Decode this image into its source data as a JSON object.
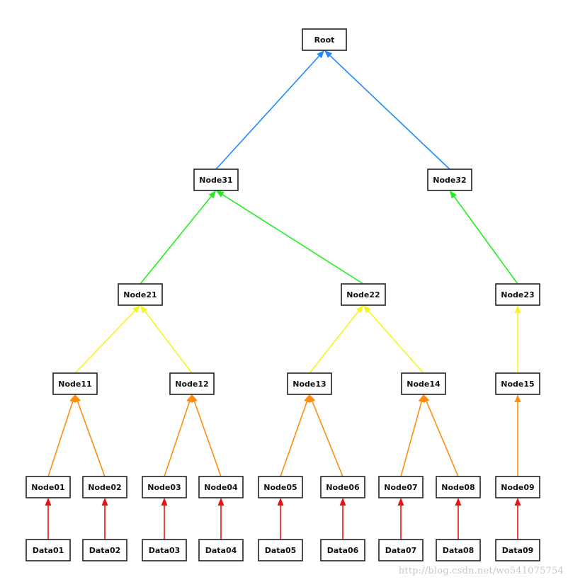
{
  "diagram": {
    "type": "hash-tree",
    "nodes": [
      {
        "id": "root",
        "label": "Root"
      },
      {
        "id": "node31",
        "label": "Node31"
      },
      {
        "id": "node32",
        "label": "Node32"
      },
      {
        "id": "node21",
        "label": "Node21"
      },
      {
        "id": "node22",
        "label": "Node22"
      },
      {
        "id": "node23",
        "label": "Node23"
      },
      {
        "id": "node11",
        "label": "Node11"
      },
      {
        "id": "node12",
        "label": "Node12"
      },
      {
        "id": "node13",
        "label": "Node13"
      },
      {
        "id": "node14",
        "label": "Node14"
      },
      {
        "id": "node15",
        "label": "Node15"
      },
      {
        "id": "node01",
        "label": "Node01"
      },
      {
        "id": "node02",
        "label": "Node02"
      },
      {
        "id": "node03",
        "label": "Node03"
      },
      {
        "id": "node04",
        "label": "Node04"
      },
      {
        "id": "node05",
        "label": "Node05"
      },
      {
        "id": "node06",
        "label": "Node06"
      },
      {
        "id": "node07",
        "label": "Node07"
      },
      {
        "id": "node08",
        "label": "Node08"
      },
      {
        "id": "node09",
        "label": "Node09"
      },
      {
        "id": "data01",
        "label": "Data01"
      },
      {
        "id": "data02",
        "label": "Data02"
      },
      {
        "id": "data03",
        "label": "Data03"
      },
      {
        "id": "data04",
        "label": "Data04"
      },
      {
        "id": "data05",
        "label": "Data05"
      },
      {
        "id": "data06",
        "label": "Data06"
      },
      {
        "id": "data07",
        "label": "Data07"
      },
      {
        "id": "data08",
        "label": "Data08"
      },
      {
        "id": "data09",
        "label": "Data09"
      }
    ],
    "edges": [
      {
        "from": "node31",
        "to": "root",
        "color": "#1e88ff"
      },
      {
        "from": "node32",
        "to": "root",
        "color": "#1e88ff"
      },
      {
        "from": "node21",
        "to": "node31",
        "color": "#22ee22"
      },
      {
        "from": "node22",
        "to": "node31",
        "color": "#22ee22"
      },
      {
        "from": "node23",
        "to": "node32",
        "color": "#22ee22"
      },
      {
        "from": "node11",
        "to": "node21",
        "color": "#f5f51e"
      },
      {
        "from": "node12",
        "to": "node21",
        "color": "#f5f51e"
      },
      {
        "from": "node13",
        "to": "node22",
        "color": "#f5f51e"
      },
      {
        "from": "node14",
        "to": "node22",
        "color": "#f5f51e"
      },
      {
        "from": "node15",
        "to": "node23",
        "color": "#f5f51e"
      },
      {
        "from": "node01",
        "to": "node11",
        "color": "#ff8c10"
      },
      {
        "from": "node02",
        "to": "node11",
        "color": "#ff8c10"
      },
      {
        "from": "node03",
        "to": "node12",
        "color": "#ff8c10"
      },
      {
        "from": "node04",
        "to": "node12",
        "color": "#ff8c10"
      },
      {
        "from": "node05",
        "to": "node13",
        "color": "#ff8c10"
      },
      {
        "from": "node06",
        "to": "node13",
        "color": "#ff8c10"
      },
      {
        "from": "node07",
        "to": "node14",
        "color": "#ff8c10"
      },
      {
        "from": "node08",
        "to": "node14",
        "color": "#ff8c10"
      },
      {
        "from": "node09",
        "to": "node15",
        "color": "#ff8c10"
      },
      {
        "from": "data01",
        "to": "node01",
        "color": "#ee1111"
      },
      {
        "from": "data02",
        "to": "node02",
        "color": "#ee1111"
      },
      {
        "from": "data03",
        "to": "node03",
        "color": "#ee1111"
      },
      {
        "from": "data04",
        "to": "node04",
        "color": "#ee1111"
      },
      {
        "from": "data05",
        "to": "node05",
        "color": "#ee1111"
      },
      {
        "from": "data06",
        "to": "node06",
        "color": "#ee1111"
      },
      {
        "from": "data07",
        "to": "node07",
        "color": "#ee1111"
      },
      {
        "from": "data08",
        "to": "node08",
        "color": "#ee1111"
      },
      {
        "from": "data09",
        "to": "node09",
        "color": "#ee1111"
      }
    ]
  },
  "watermark": {
    "text": "http://blog.csdn.net/wo541075754"
  }
}
